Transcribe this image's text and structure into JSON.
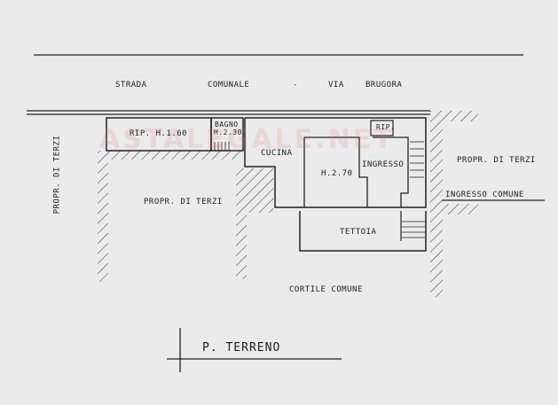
{
  "watermark": "ASTALEGALE.NET",
  "labels": {
    "strada": "STRADA",
    "comunale": "COMUNALE",
    "dash": "-",
    "via": "VIA",
    "brugora": "BRUGORA",
    "rip_left": "RIP.  H.1.60",
    "bagno": "BAGNO",
    "bagno_h": "H.2.30",
    "cucina": "CUCINA",
    "room_h": "H.2.70",
    "rip_right": "RIP.",
    "ingresso": "INGRESSO",
    "propr_terzi_left_vertical": "PROPR. DI TERZI",
    "propr_terzi_center": "PROPR. DI TERZI",
    "propr_terzi_right": "PROPR. DI TERZI",
    "ingresso_comune": "INGRESSO COMUNE",
    "tettoia": "TETTOIA",
    "cortile_comune": "CORTILE COMUNE",
    "floor_title": "P. TERRENO"
  },
  "colors": {
    "ink": "#222222",
    "paper": "#ebebeb"
  }
}
